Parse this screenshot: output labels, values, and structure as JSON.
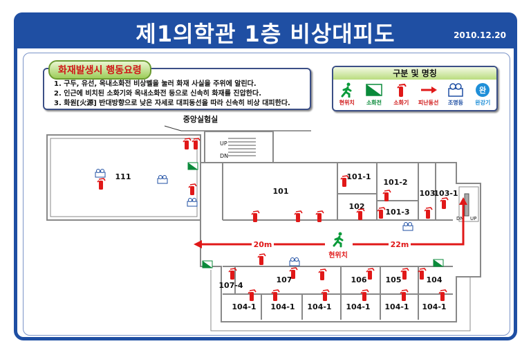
{
  "header": {
    "title": "제1의학관 1층 비상대피도",
    "date": "2010.12.20"
  },
  "rules": {
    "title": "화재발생시 행동요령",
    "items": [
      "1. 구두, 유선, 옥내소화전 비상벨을  눌러 화재 사실을 주위에 알린다.",
      "2. 인근에 비치된 소화기와 옥내소화전 등으로 신속히 화재를 진압한다.",
      "3. 화원[火源] 반대방향으로 낮은 자세로 대피동선을 따라 신속히 비상 대피한다."
    ]
  },
  "legend": {
    "title": "구분 및 명칭",
    "items": [
      {
        "label": "현위치",
        "icon": "running-man-icon",
        "color": "#d01818"
      },
      {
        "label": "소화전",
        "icon": "fire-hydrant-icon",
        "color": "#0a8a3a"
      },
      {
        "label": "소화기",
        "icon": "fire-extinguisher-icon",
        "color": "#d01818"
      },
      {
        "label": "피난동선",
        "icon": "evacuation-arrow-icon",
        "color": "#d01818"
      },
      {
        "label": "조명등",
        "icon": "emergency-light-icon",
        "color": "#1f4fa3"
      },
      {
        "label": "완강기",
        "icon": "descender-icon",
        "color": "#1f8fd8"
      }
    ],
    "descender_glyph": "완"
  },
  "plan": {
    "central_lab": "중앙실험실",
    "rooms": {
      "r111": "111",
      "r101": "101",
      "r101_1": "101-1",
      "r101_2": "101-2",
      "r101_3": "101-3",
      "r102": "102",
      "r103": "103",
      "r103_1": "103-1",
      "r107": "107",
      "r107_4": "107-4",
      "r106": "106",
      "r105": "105",
      "r104": "104",
      "r104_1": "104-1"
    },
    "stairs": {
      "up": "UP",
      "dn": "DN"
    },
    "distance_left": "20m",
    "distance_right": "22m",
    "current_location": "현위치"
  }
}
